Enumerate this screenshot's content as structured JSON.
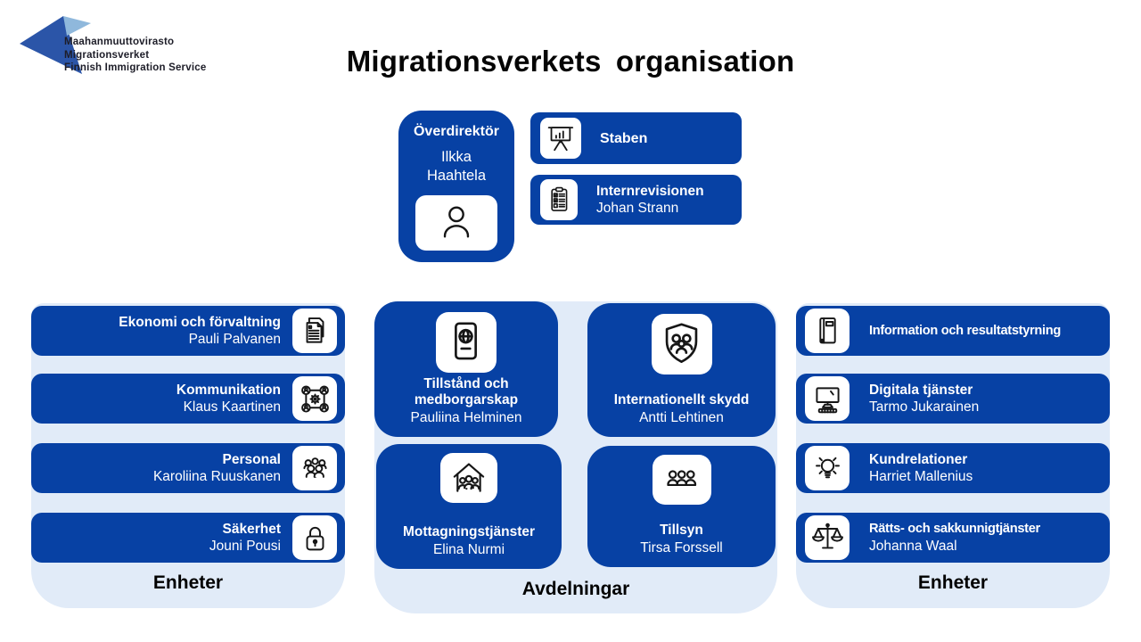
{
  "logo": {
    "mark": "migri-logo-mark",
    "lines": [
      "Maahanmuuttovirasto",
      "Migrationsverket",
      "Finnish Immigration Service"
    ]
  },
  "title": "Migrationsverkets organisation",
  "director": {
    "role": "Överdirektör",
    "name": "Ilkka Haahtela",
    "icon": "person-icon"
  },
  "staff_boxes": [
    {
      "title": "Staben",
      "name": "",
      "icon": "presentation-icon"
    },
    {
      "title": "Internrevisionen",
      "name": "Johan Strann",
      "icon": "clipboard-checklist-icon"
    }
  ],
  "columns": {
    "left": {
      "label": "Enheter",
      "boxes": [
        {
          "title": "Ekonomi och förvaltning",
          "name": "Pauli Palvanen",
          "icon": "documents-icon"
        },
        {
          "title": "Kommunikation",
          "name": "Klaus Kaartinen",
          "icon": "network-people-icon"
        },
        {
          "title": "Personal",
          "name": "Karoliina Ruuskanen",
          "icon": "people-group-icon"
        },
        {
          "title": "Säkerhet",
          "name": "Jouni Pousi",
          "icon": "padlock-icon"
        }
      ]
    },
    "middle": {
      "label": "Avdelningar",
      "boxes": [
        {
          "title": "Tillstånd och medborgarskap",
          "name": "Pauliina Helminen",
          "icon": "passport-icon"
        },
        {
          "title": "Internationellt skydd",
          "name": "Antti Lehtinen",
          "icon": "shield-family-icon"
        },
        {
          "title": "Mottagningstjänster",
          "name": "Elina Nurmi",
          "icon": "house-people-icon"
        },
        {
          "title": "Tillsyn",
          "name": "Tirsa Forssell",
          "icon": "three-people-icon"
        }
      ]
    },
    "right": {
      "label": "Enheter",
      "boxes": [
        {
          "title": "Information och resultatstyrning",
          "name": "",
          "icon": "book-icon"
        },
        {
          "title": "Digitala tjänster",
          "name": "Tarmo Jukarainen",
          "icon": "computer-icon"
        },
        {
          "title": "Kundrelationer",
          "name": "Harriet Mallenius",
          "icon": "lightbulb-icon"
        },
        {
          "title": "Rätts- och sakkunnigtjänster",
          "name": "Johanna Waal",
          "icon": "scales-icon"
        }
      ]
    }
  },
  "colors": {
    "primary_blue": "#0741A4",
    "light_blue": "#E1EBF8",
    "logo_dark_blue": "#2B55A8",
    "logo_light_blue": "#8FB8DC",
    "text_white": "#FFFFFF",
    "text_black": "#000000"
  }
}
